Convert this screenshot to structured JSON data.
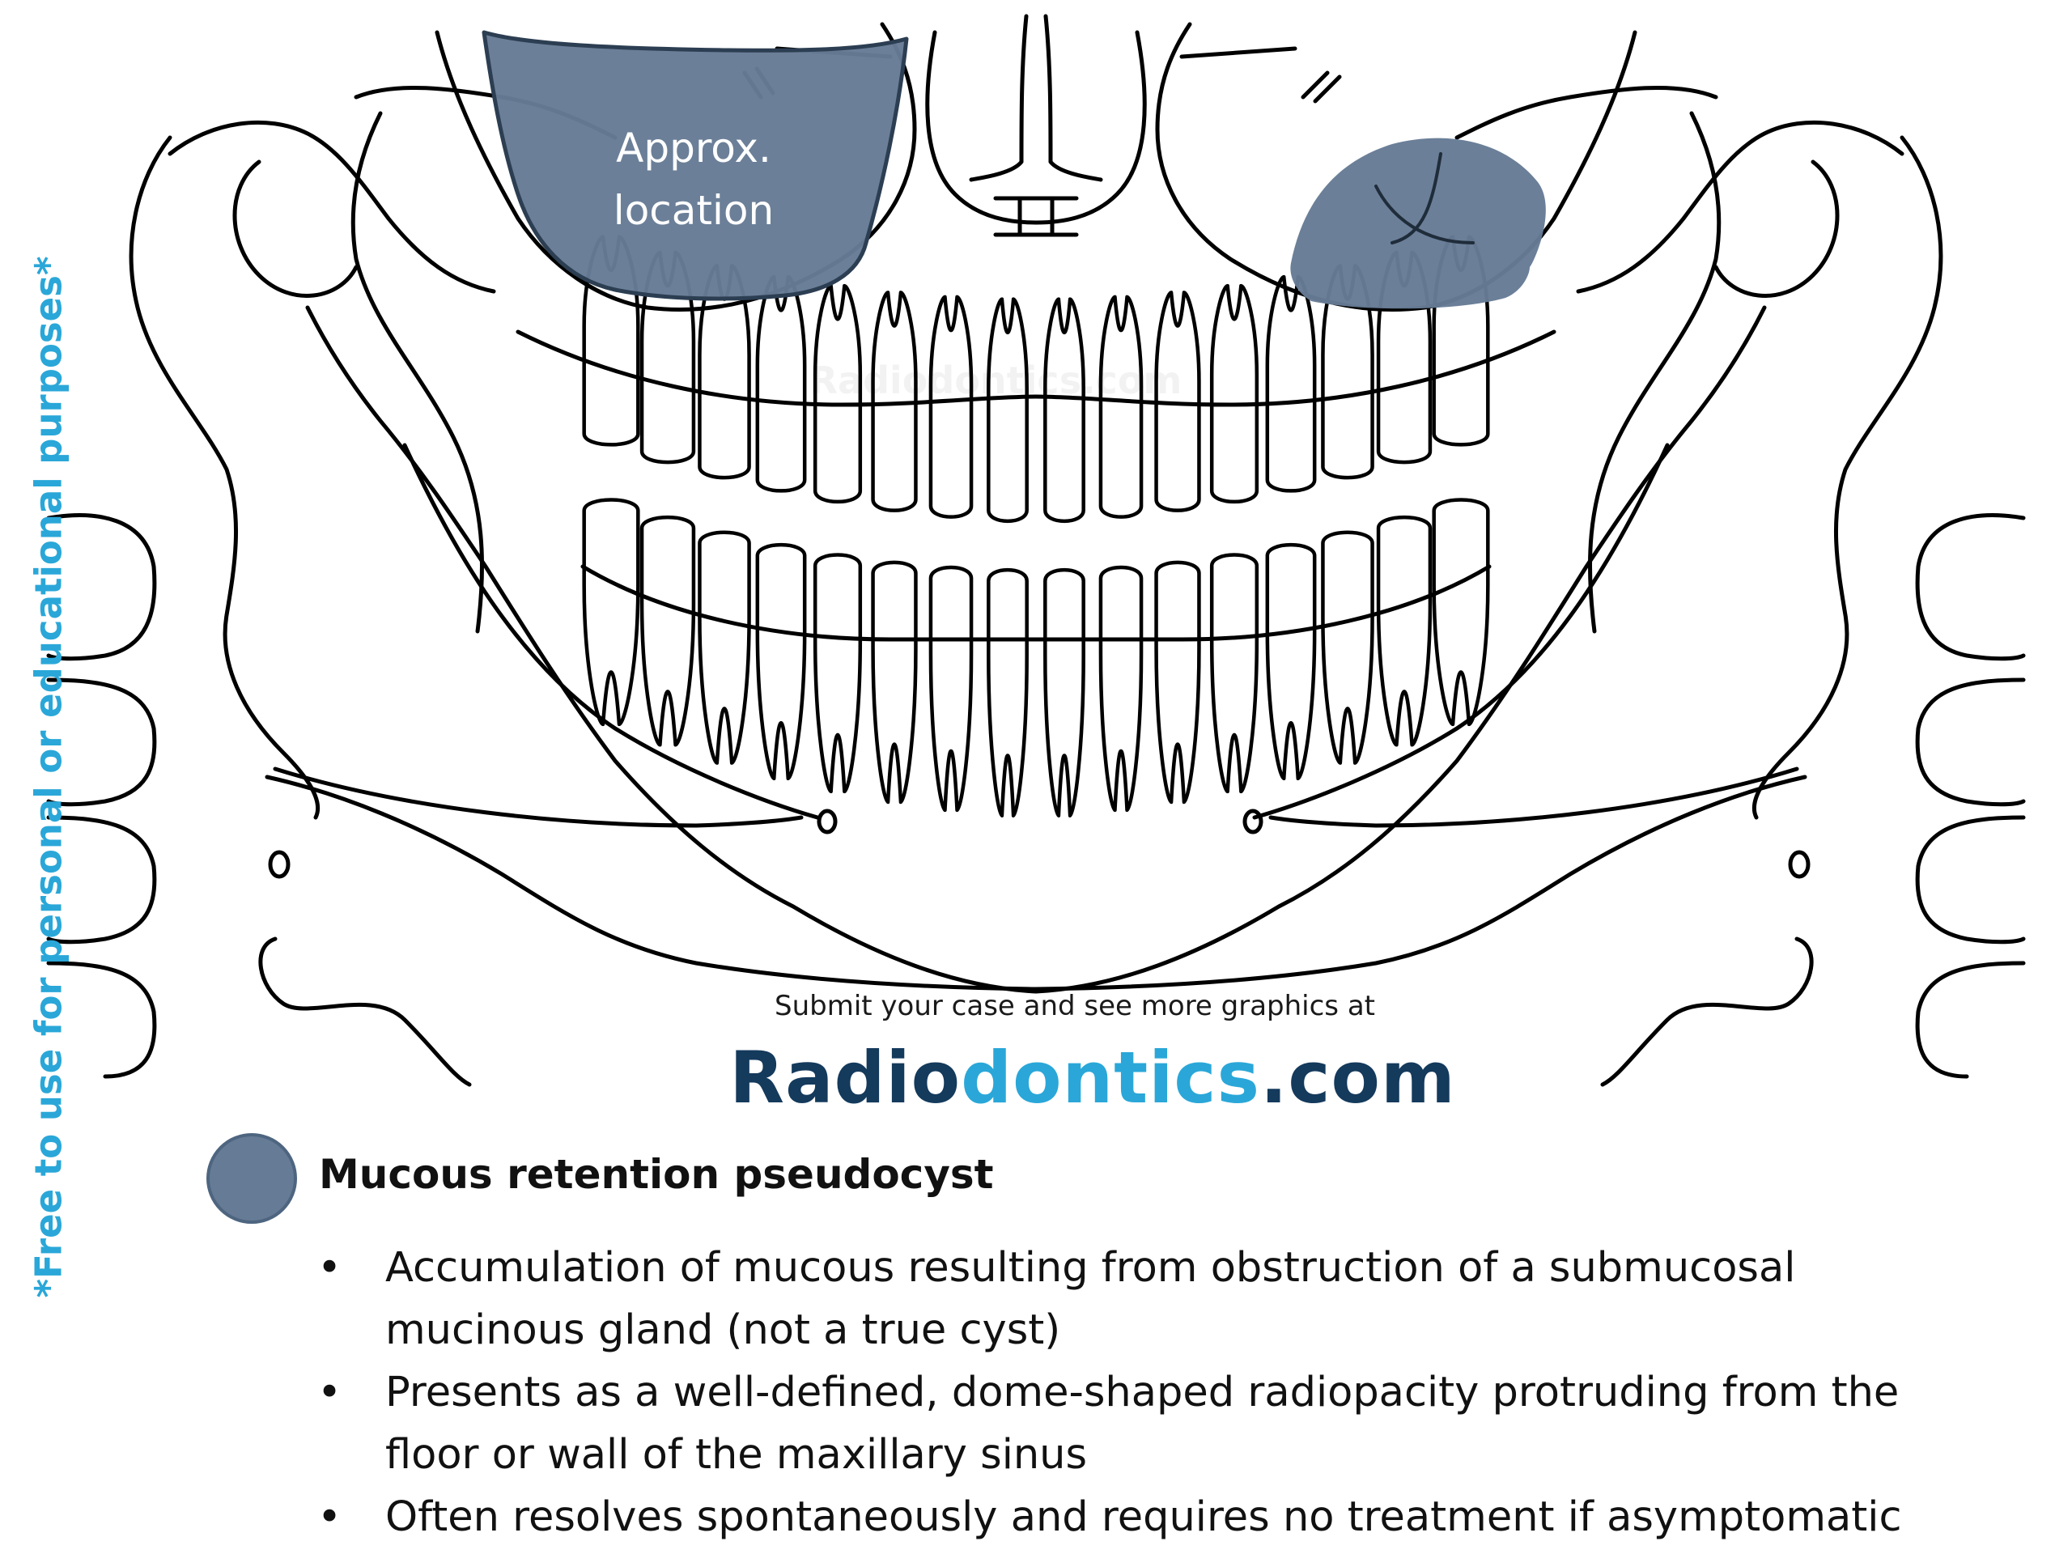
{
  "side_note": "*Free to use for personal or educational purposes*",
  "label_approx_line1": "Approx.",
  "label_approx_line2": "location",
  "watermark": "Radiodontics.com",
  "submit_text": "Submit your case and see more graphics at",
  "brand": {
    "part1": "Radio",
    "part2": "dontics",
    "part3": ".com"
  },
  "legend": {
    "title": "Mucous retention pseudocyst",
    "bullets": [
      {
        "line1": "Accumulation of mucous resulting from obstruction of a submucosal",
        "line2": "mucinous gland (not a true cyst)"
      },
      {
        "line1": "Presents as a well-defined, dome-shaped radiopacity protruding from the",
        "line2": "floor or wall of the maxillary sinus"
      },
      {
        "line1": "Often resolves spontaneously and requires no treatment if asymptomatic",
        "line2": ""
      }
    ]
  },
  "colors": {
    "lesion": "#667b95",
    "brand_dark": "#143a5c",
    "brand_light": "#2aa7d8",
    "outline": "#000000"
  }
}
